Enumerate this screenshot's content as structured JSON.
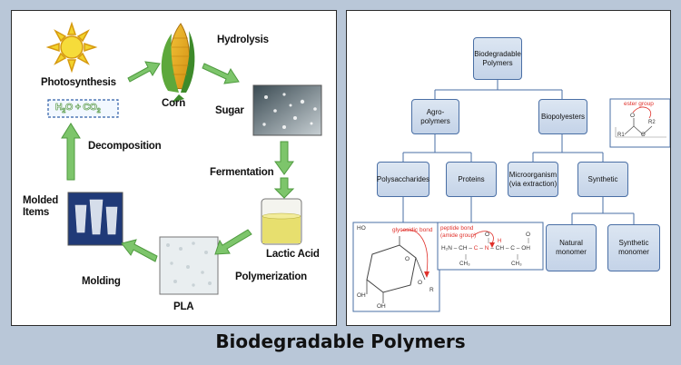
{
  "caption": "Biodegradable Polymers",
  "cycle": {
    "photosynthesis": "Photosynthesis",
    "corn": "Corn",
    "hydrolysis": "Hydrolysis",
    "sugar": "Sugar",
    "fermentation": "Fermentation",
    "lactic_acid": "Lactic Acid",
    "polymerization": "Polymerization",
    "pla": "PLA",
    "molding": "Molding",
    "molded_items": "Molded\nItems",
    "decomposition": "Decomposition",
    "formula_prefix": "H",
    "formula_mid": "O + CO",
    "formula_sub": "2"
  },
  "tree": {
    "root": "Biodegradable\nPolymers",
    "agro": "Agro-polymers",
    "biopolyesters": "Biopolyesters",
    "polysaccharides": "Polysaccharides",
    "proteins": "Proteins",
    "microorganism": "Microorganism\n(via extraction)",
    "synthetic": "Synthetic",
    "natural_monomer": "Natural\nmonomer",
    "synthetic_monomer": "Synthetic\nmonomer"
  },
  "chem": {
    "ester_group": "ester group",
    "glycosidic_bond": "glycosidic bond",
    "peptide_bond": "peptide bond\n(amide group)",
    "ho": "HO",
    "oh": "OH",
    "o": "O",
    "r": "R",
    "r1": "R1",
    "r2": "R2",
    "h2n": "H₂N",
    "ch": "CH",
    "c": "C",
    "n": "N",
    "h": "H",
    "ch3": "CH₃",
    "ohh": "OH"
  },
  "colors": {
    "arrow_green": "#7dc56b",
    "node_fill": "#c9d7ea",
    "node_border": "#4a6fa5",
    "annotation_red": "#e0302a",
    "background": "#b9c7d8"
  }
}
